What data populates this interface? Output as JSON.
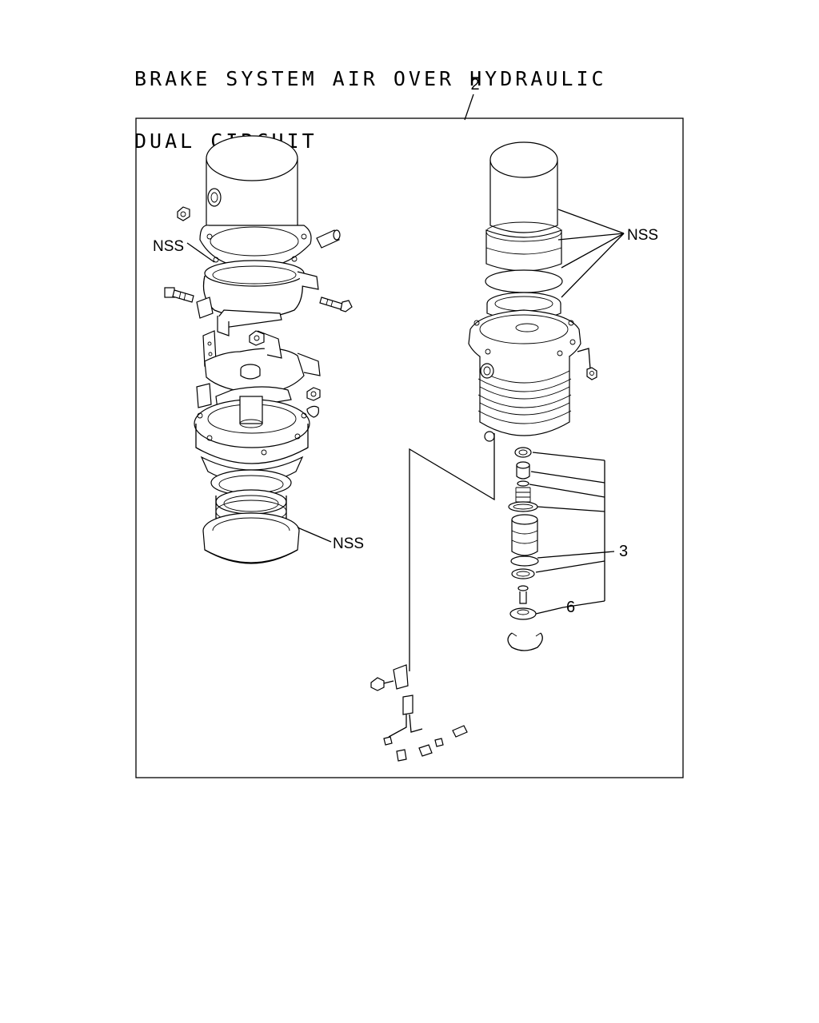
{
  "title": {
    "line1": "BRAKE SYSTEM AIR OVER HYDRAULIC",
    "line2": "DUAL CIRCUIT"
  },
  "callouts": {
    "assembly": "2",
    "nss_left_upper": "NSS",
    "nss_left_lower": "NSS",
    "nss_right": "NSS",
    "part_3": "3",
    "part_6": "6"
  }
}
